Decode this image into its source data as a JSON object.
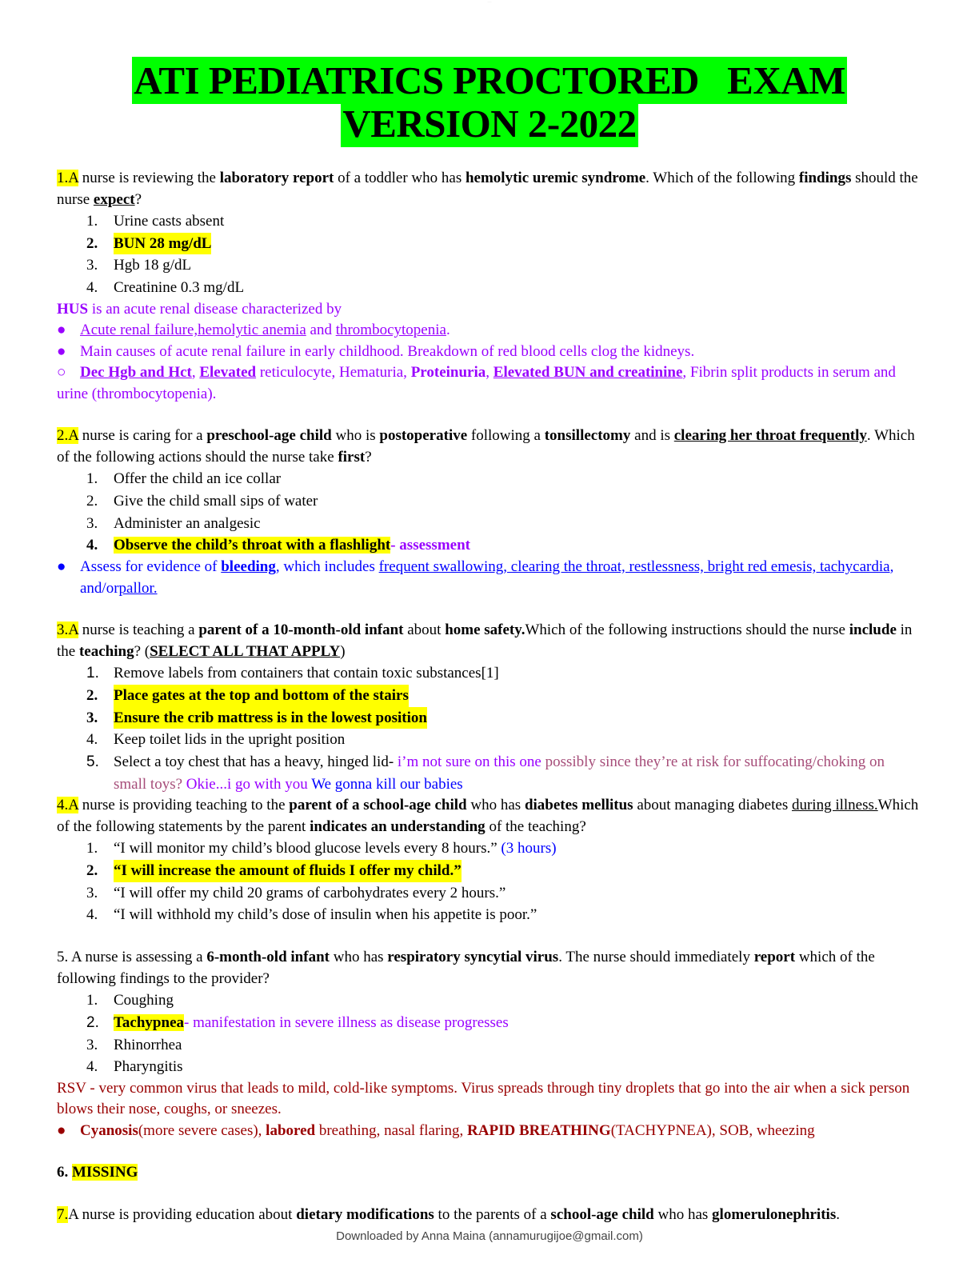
{
  "header": {
    "top_mark": "·····"
  },
  "title": {
    "line1": "ATI PEDIATRICS PROCTORED   EXAM",
    "line2": "VERSION 2-2022",
    "highlight_color": "#00ff00"
  },
  "colors": {
    "answer_highlight": "#ffff00",
    "purple": "#9900ff",
    "blue": "#0000ff",
    "mauve": "#a64d79",
    "dark_red": "#990000"
  },
  "q1": {
    "num": "1.A",
    "t1": " nurse is reviewing the ",
    "b1": "laboratory report",
    "t2": " of a toddler who has ",
    "b2": "hemolytic uremic syndrome",
    "t3": ". Which of the following ",
    "b3": "findings",
    "t4": " should the nurse ",
    "b4": "expect",
    "t5": "?",
    "options": [
      {
        "num": "1.",
        "text": "Urine casts absent"
      },
      {
        "num": "2.",
        "text": "BUN 28 mg/dL"
      },
      {
        "num": "3.",
        "text": "Hgb 18 g/dL"
      },
      {
        "num": "4.",
        "text": "Creatinine 0.3 mg/dL"
      }
    ],
    "note_head_b": "HUS",
    "note_head_t": " is an acute renal disease characterized by",
    "bullet1_u1": "Acute renal failure,hemolytic anemia",
    "bullet1_t": " and ",
    "bullet1_u2": "thrombocytopenia",
    "bullet1_end": ".",
    "bullet2": "Main causes of acute renal failure in early childhood. Breakdown of red blood cells clog the kidneys.",
    "sub_u1": "Dec Hgb and Hct",
    "sub_t1": ", ",
    "sub_u2": "Elevated",
    "sub_t2": " reticulocyte, Hematuria, ",
    "sub_b3": "Proteinuria",
    "sub_t3": ", ",
    "sub_u4": "Elevated BUN and creatinine",
    "sub_t4": ", Fibrin split products in serum and urine (thrombocytopenia).",
    "dot": "●",
    "circle": "○"
  },
  "q2": {
    "num": "2.A",
    "t1": " nurse is caring for a ",
    "b1": "preschool-age child",
    "t2": " who is ",
    "b2": "postoperative",
    "t3": " following a ",
    "b3": "tonsillectomy",
    "t4": " and is ",
    "b4": "clearing her throat frequently",
    "t5": ". Which of the following actions should the nurse take ",
    "b5": "first",
    "t6": "?",
    "options": [
      {
        "num": "1.",
        "text": "Offer the child an ice collar"
      },
      {
        "num": "2.",
        "text": "Give the child small sips of water"
      },
      {
        "num": "3.",
        "text": "Administer an analgesic"
      },
      {
        "num": "4.",
        "text": "Observe the child’s throat with a flashlight",
        "note": "- assessment"
      }
    ],
    "bullet_t1": "Assess for evidence of ",
    "bullet_u1": "bleeding",
    "bullet_t2": ", which includes ",
    "bullet_u2": "frequent swallowing, clearing the throat, restlessness, bright red emesis, tachycardia",
    "bullet_t3": ", and/or",
    "bullet_u3": "pallor."
  },
  "q3": {
    "num": "3.A",
    "t1": " nurse is teaching a ",
    "b1": "parent of a 10-month-old infant",
    "t2": " about ",
    "b2": "home safety.",
    "t3": "Which of the following instructions should the nurse ",
    "b3": "include",
    "t4": " in the ",
    "b4": "teaching",
    "t5": "? (",
    "b5": "SELECT ALL THAT APPLY",
    "t6": ")",
    "options": [
      {
        "num": "1.",
        "text": "Remove labels from containers that contain toxic substances[1]"
      },
      {
        "num": "2.",
        "text": "Place gates at the top and bottom of the stairs"
      },
      {
        "num": "3.",
        "text": "Ensure the crib mattress is in the lowest position"
      },
      {
        "num": "4.",
        "text": "Keep toilet lids in the upright position"
      },
      {
        "num": "5.",
        "text": "Select a toy chest that has a heavy, hinged lid-"
      }
    ],
    "opt5_c1": " i’m not sure on this one",
    "opt5_c2": " possibly since they’re at risk for suffocating/choking on small toys?",
    "opt5_c3": " Okie...i go with you",
    "opt5_c4": " We gonna kill our babies"
  },
  "q4": {
    "num": "4.A",
    "t1": " nurse is providing teaching to the ",
    "b1": "parent of a school-age child",
    "t2": " who has ",
    "b2": "diabetes mellitus",
    "t3": " about managing diabetes ",
    "u1": "during illness.",
    "t4": "Which of the following statements by the parent ",
    "b3": "indicates an understanding",
    "t5": " of the teaching?",
    "options": [
      {
        "num": "1.",
        "text": "“I will monitor my child’s blood glucose levels every 8 hours.”",
        "note": " (3 hours)"
      },
      {
        "num": "2.",
        "text": "“I will increase the amount of fluids I offer my child.”"
      },
      {
        "num": "3.",
        "text": "“I will offer my child 20 grams of carbohydrates every 2 hours.”"
      },
      {
        "num": "4.",
        "text": "“I will withhold my child’s dose of insulin when his appetite is poor.”"
      }
    ]
  },
  "q5": {
    "t1": "5. A nurse is assessing a ",
    "b1": "6-month-old infant",
    "t2": " who has ",
    "b2": "respiratory syncytial virus",
    "t3": ". The nurse should immediately ",
    "b3": "report",
    "t4": " which of the following findings to the provider?",
    "options": [
      {
        "num": "1.",
        "text": "Coughing"
      },
      {
        "num": "2.",
        "text": "Tachypnea",
        "note": "- manifestation in severe illness as disease progresses"
      },
      {
        "num": "3.",
        "text": "Rhinorrhea"
      },
      {
        "num": "4.",
        "text": "Pharyngitis"
      }
    ],
    "rsv_note": "RSV - very common virus that leads to mild, cold-like symptoms. Virus spreads through tiny droplets that go into the air when a sick person blows their nose, coughs, or sneezes.",
    "bullet_b1": "Cyanosis",
    "bullet_t1": "(more severe cases), ",
    "bullet_b2": "labored",
    "bullet_t2": " breathing, nasal flaring, ",
    "bullet_b3": "RAPID BREATHING",
    "bullet_t3": "(TACHYPNEA), SOB, wheezing"
  },
  "q6": {
    "num": "6. ",
    "text": "MISSING"
  },
  "q7": {
    "num": "7.",
    "t1": "A nurse is providing education about ",
    "b1": "dietary modifications",
    "t2": " to the parents of a ",
    "b2": "school-age child",
    "t3": " who has ",
    "b3": "glomerulonephritis",
    "t4": "."
  },
  "footer": {
    "text": "Downloaded by Anna Maina (annamurugijoe@gmail.com)"
  }
}
